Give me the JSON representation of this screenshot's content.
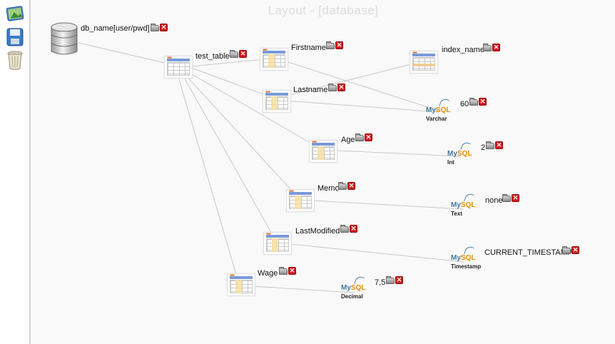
{
  "sidebar": {
    "buttons": [
      {
        "name": "image-icon-button",
        "icon": "image-icon"
      },
      {
        "name": "save-button",
        "icon": "floppy-disk-icon"
      },
      {
        "name": "trash-button",
        "icon": "trash-can-icon"
      }
    ]
  },
  "canvas": {
    "title": "Layout - [database]"
  },
  "database": {
    "label": "db_name[user/pwd]"
  },
  "table": {
    "label": "test_table"
  },
  "fields": {
    "firstname": "Firstname",
    "lastname": "Lastname",
    "age": "Age",
    "memo": "Memo",
    "lastmodified": "LastModified",
    "wage": "Wage"
  },
  "index": {
    "label": "index_name"
  },
  "types": {
    "varchar": {
      "type": "Varchar",
      "value": "60"
    },
    "int": {
      "type": "Int",
      "value": "2"
    },
    "text": {
      "type": "Text",
      "value": "none"
    },
    "timestamp": {
      "type": "Timestamp",
      "value": "CURRENT_TIMESTAMP"
    },
    "decimal": {
      "type": "Decimal",
      "value": "7,5"
    }
  },
  "mysql_logo": {
    "my": "My",
    "sql": "SQL"
  },
  "delete_glyph": "✕",
  "colors": {
    "link_line": "#c8c8c8",
    "delete_red": "#d71920",
    "mysql_blue": "#4479a1",
    "mysql_orange": "#e48e00"
  }
}
